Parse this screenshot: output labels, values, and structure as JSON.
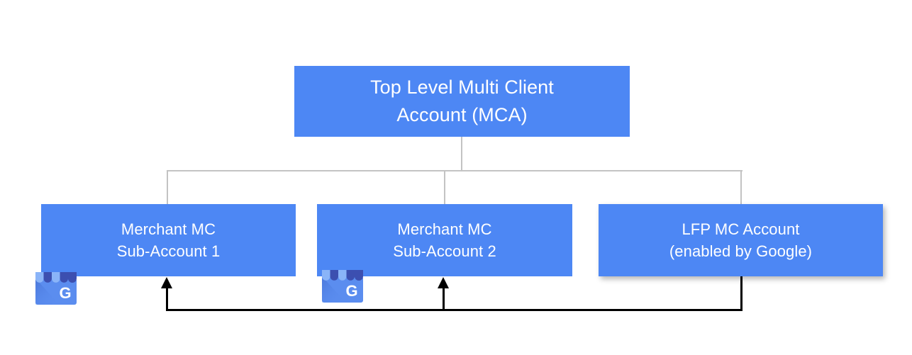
{
  "diagram": {
    "title_node": {
      "lines": [
        "Top Level Multi Client",
        "Account (MCA)"
      ]
    },
    "sub_accounts": [
      {
        "id": "merchant-mc-sub-account-1",
        "lines": [
          "Merchant MC",
          "Sub-Account 1"
        ],
        "icon": "google-my-business-icon"
      },
      {
        "id": "merchant-mc-sub-account-2",
        "lines": [
          "Merchant MC",
          "Sub-Account 2"
        ],
        "icon": "google-my-business-icon"
      },
      {
        "id": "lfp-mc-account",
        "lines": [
          "LFP MC Account",
          "(enabled by Google)"
        ],
        "icon": null
      }
    ],
    "icon_letter": "G",
    "colors": {
      "node_fill": "#4d87f4",
      "node_text": "#ffffff",
      "hierarchy_connector": "#c3c3c3",
      "feedback_connector": "#000000",
      "canvas_background": "#ffffff",
      "icon_awning_light": "#8ab4f8",
      "icon_awning_dark": "#3c4fb0",
      "icon_body": "#5b8def"
    }
  }
}
